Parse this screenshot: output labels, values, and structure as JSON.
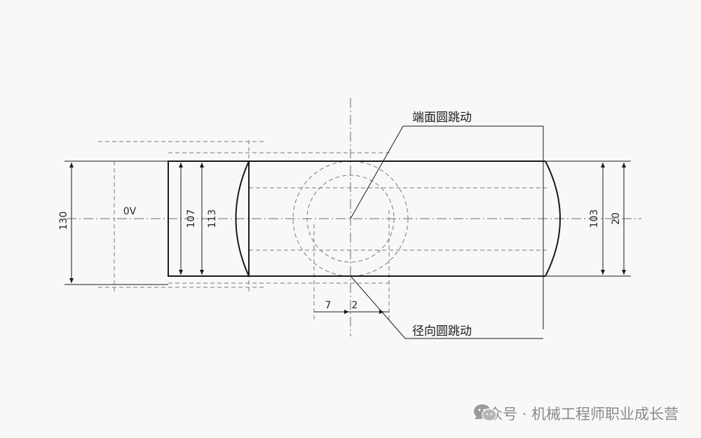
{
  "callouts": {
    "face_runout": "端面圆跳动",
    "radial_runout": "径向圆跳动"
  },
  "dimensions": {
    "d130": "130",
    "d0v": "0V",
    "d107": "107",
    "d113": "113",
    "d103": "103",
    "d20": "20",
    "d7": "7",
    "d2": "2"
  },
  "watermark": {
    "text": "公众号 · 机械工程师职业成长营",
    "icon": "wechat-icon"
  },
  "colors": {
    "line": "#1a1a1a",
    "dash": "#6a6a6a",
    "paper": "#f8f8f6",
    "watermark": "#8a8a8a"
  }
}
